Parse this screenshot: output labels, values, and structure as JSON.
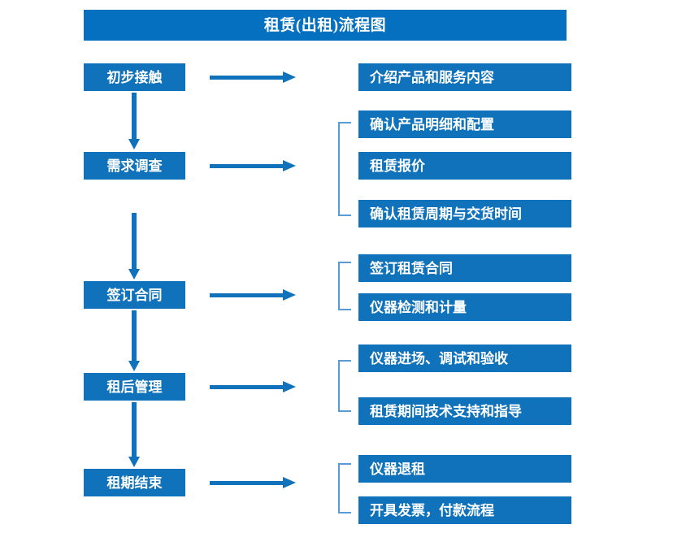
{
  "header": {
    "title": "租赁(出租)流程图"
  },
  "colors": {
    "title_bar": "#0570c0",
    "box": "#1072bb",
    "arrow": "#1072bb",
    "bracket": "#5b9bd5",
    "box_text": "#ffffff",
    "background": "#ffffff"
  },
  "stages": [
    {
      "label": "初步接触"
    },
    {
      "label": "需求调查"
    },
    {
      "label": "签订合同"
    },
    {
      "label": "租后管理"
    },
    {
      "label": "租期结束"
    }
  ],
  "details": [
    {
      "label": "介绍产品和服务内容"
    },
    {
      "label": "确认产品明细和配置"
    },
    {
      "label": "租赁报价"
    },
    {
      "label": "确认租赁周期与交货时间"
    },
    {
      "label": "签订租赁合同"
    },
    {
      "label": "仪器检测和计量"
    },
    {
      "label": "仪器进场、调试和验收"
    },
    {
      "label": "租赁期间技术支持和指导"
    },
    {
      "label": "仪器退租"
    },
    {
      "label": "开具发票，付款流程"
    }
  ],
  "groups": [
    {
      "stage": "需求调查",
      "items": [
        "确认产品明细和配置",
        "租赁报价",
        "确认租赁周期与交货时间"
      ]
    },
    {
      "stage": "签订合同",
      "items": [
        "签订租赁合同",
        "仪器检测和计量"
      ]
    },
    {
      "stage": "租后管理",
      "items": [
        "仪器进场、调试和验收",
        "租赁期间技术支持和指导"
      ]
    },
    {
      "stage": "租期结束",
      "items": [
        "仪器退租",
        "开具发票，付款流程"
      ]
    }
  ]
}
